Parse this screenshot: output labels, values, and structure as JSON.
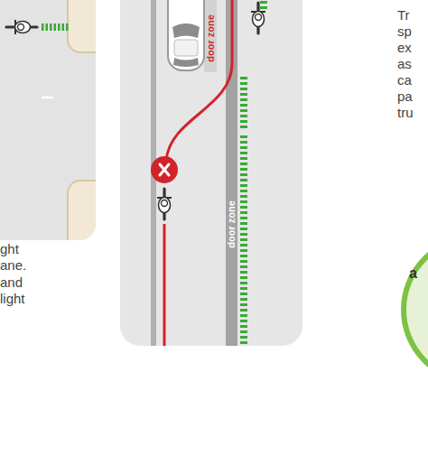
{
  "diagram": {
    "nodes": [
      {
        "text": [
          "a"
        ]
      }
    ],
    "labels": [
      "door zone",
      "door zone",
      "ght",
      "ane.",
      "and",
      "light",
      "Tr",
      "sp",
      "ex",
      "as",
      "ca",
      "pa",
      "tru"
    ]
  }
}
